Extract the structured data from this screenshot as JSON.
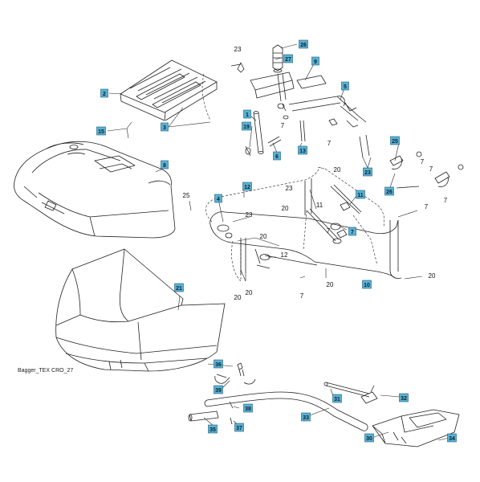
{
  "diagram": {
    "caption": "Bagger_TEX CRO_27",
    "box_fill": "#5bb3d6",
    "line_color": "#222222",
    "boxed_labels": [
      "2",
      "15",
      "3",
      "26",
      "27",
      "9",
      "5",
      "1",
      "19",
      "6",
      "13",
      "8",
      "25",
      "26",
      "23",
      "12",
      "11",
      "4",
      "7",
      "10",
      "21",
      "36",
      "39",
      "38",
      "37",
      "35",
      "31",
      "32",
      "33",
      "30",
      "34"
    ],
    "plain_labels": [
      "23",
      "7",
      "7",
      "7",
      "7",
      "7",
      "25",
      "20",
      "20",
      "7",
      "20",
      "23",
      "20",
      "12",
      "7",
      "7",
      "20",
      "20",
      "20",
      "11",
      "23"
    ]
  }
}
